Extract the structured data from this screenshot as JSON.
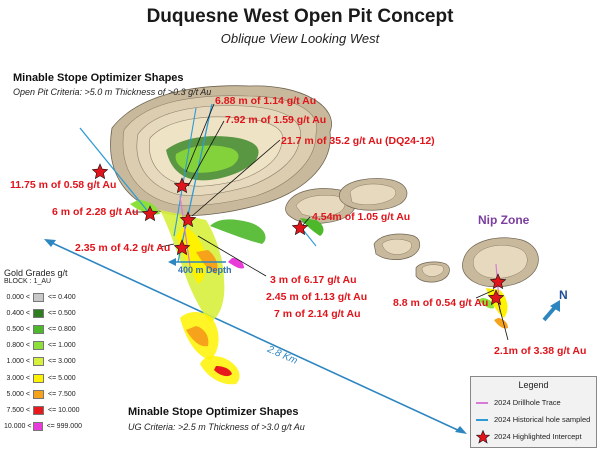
{
  "title": "Duquesne West Open Pit Concept",
  "subtitle": "Oblique View Looking West",
  "open_pit": {
    "title": "Minable Stope Optimizer Shapes",
    "criteria": "Open Pit Criteria: >5.0 m Thickness of >0.3 g/t Au"
  },
  "underground": {
    "title": "Minable Stope Optimizer Shapes",
    "criteria": "UG Criteria: >2.5 m Thickness of >3.0 g/t Au"
  },
  "intercepts": [
    "6.88 m of 1.14 g/t Au",
    "7.92 m of 1.59 g/t Au",
    "21.7 m of 35.2 g/t Au (DQ24-12)",
    "11.75 m of 0.58 g/t Au",
    "6 m of 2.28 g/t Au",
    "4.54m of 1.05 g/t Au",
    "2.35 m of 4.2 g/t Au",
    "3 m of 6.17 g/t Au",
    "2.45 m of 1.13 g/t Au",
    "7 m of 2.14 g/t Au",
    "8.8 m of 0.54 g/t Au",
    "2.1m of 3.38 g/t Au"
  ],
  "labels": {
    "depth": "400 m Depth",
    "distance": "2.8 Km",
    "zone": "Nip Zone",
    "north": "N"
  },
  "grade_legend": {
    "title": "Gold Grades g/t",
    "block": "BLOCK : 1_AU",
    "rows": [
      {
        "lo": "0.000 <",
        "hi": "<= 0.400",
        "color": "#c8c8c8"
      },
      {
        "lo": "0.400 <",
        "hi": "<= 0.500",
        "color": "#2e7d1f"
      },
      {
        "lo": "0.500 <",
        "hi": "<= 0.800",
        "color": "#4db82a"
      },
      {
        "lo": "0.800 <",
        "hi": "<= 1.000",
        "color": "#8de03a"
      },
      {
        "lo": "1.000 <",
        "hi": "<= 3.000",
        "color": "#d6f03c"
      },
      {
        "lo": "3.000 <",
        "hi": "<= 5.000",
        "color": "#fff200"
      },
      {
        "lo": "5.000 <",
        "hi": "<= 7.500",
        "color": "#f7a21b"
      },
      {
        "lo": "7.500 <",
        "hi": "<= 10.000",
        "color": "#e8191c"
      },
      {
        "lo": "10.000 <",
        "hi": "<= 999.000",
        "color": "#e83bd9"
      }
    ]
  },
  "legend": {
    "title": "Legend",
    "items": [
      {
        "label": "2024 Drillhole Trace",
        "color": "#d77bd6"
      },
      {
        "label": "2024 Historical hole sampled",
        "color": "#2e9bd6"
      },
      {
        "label": "2024 Highlighted Intercept",
        "color": "#e0141b"
      }
    ]
  }
}
